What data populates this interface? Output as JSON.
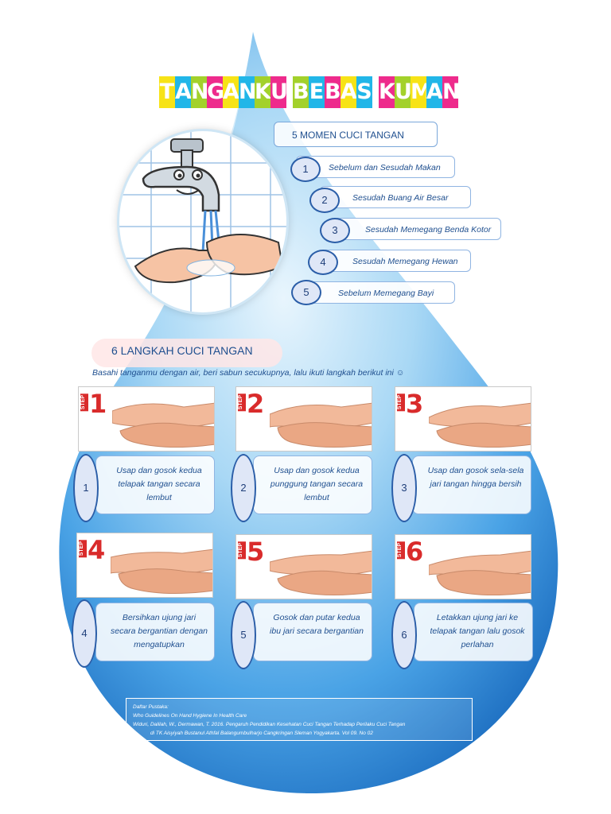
{
  "title": {
    "letters": [
      "T",
      "A",
      "N",
      "G",
      "A",
      "N",
      "K",
      "U",
      " ",
      "B",
      "E",
      "B",
      "A",
      "S",
      " ",
      "K",
      "U",
      "M",
      "A",
      "N"
    ],
    "colors": [
      "#f7e316",
      "#21b6e8",
      "#a3d12b",
      "#ee2b8c",
      "#f7e316",
      "#21b6e8",
      "#a3d12b",
      "#ee2b8c",
      "",
      "#a3d12b",
      "#21b6e8",
      "#ee2b8c",
      "#f7e316",
      "#21b6e8",
      "",
      "#ee2b8c",
      "#a3d12b",
      "#f7e316",
      "#21b6e8",
      "#ee2b8c"
    ]
  },
  "moments": {
    "heading": "5 MOMEN CUCI TANGAN",
    "items": [
      {
        "num": "1",
        "label": "Sebelum dan Sesudah Makan"
      },
      {
        "num": "2",
        "label": "Sesudah Buang Air Besar"
      },
      {
        "num": "3",
        "label": "Sesudah Memegang Benda Kotor"
      },
      {
        "num": "4",
        "label": "Sesudah Memegang Hewan"
      },
      {
        "num": "5",
        "label": "Sebelum Memegang Bayi"
      }
    ]
  },
  "steps": {
    "heading": "6 LANGKAH CUCI TANGAN",
    "instruction": "Basahi tanganmu dengan air, beri sabun secukupnya, lalu ikuti langkah berikut ini ☺",
    "step_word": "STEP",
    "items": [
      {
        "num": "1",
        "desc": "Usap dan gosok kedua telapak tangan secara lembut"
      },
      {
        "num": "2",
        "desc": "Usap dan gosok kedua punggung tangan secara lembut"
      },
      {
        "num": "3",
        "desc": "Usap dan gosok sela-sela jari tangan hingga bersih"
      },
      {
        "num": "4",
        "desc": "Bersihkan ujung jari secara bergantian dengan mengatupkan"
      },
      {
        "num": "5",
        "desc": "Gosok dan putar kedua ibu jari secara bergantian"
      },
      {
        "num": "6",
        "desc": "Letakkan ujung jari ke telapak tangan lalu gosok perlahan"
      }
    ]
  },
  "references": {
    "line1": "Daftar Pustaka:",
    "line2": "Who Guidelines On Hand Hygiene In Health Care",
    "line3": "Widuri, Dalilah, W., Dermawan, T. 2016. Pengaruh Pendidikan Kesehatan Cuci Tangan Terhadap Perilaku Cuci Tangan",
    "line4": "di TK Aisyiyah Bustanul Athfal Balangumbulharjo Cangkringan Sleman Yogyakarta. Vol 09. No 02"
  },
  "colors": {
    "drop_light": "#d6ecfa",
    "drop_mid": "#6bb8ec",
    "drop_dark": "#1c6fc0",
    "accent_blue": "#1f4f8f",
    "step_red": "#d92b2b"
  }
}
